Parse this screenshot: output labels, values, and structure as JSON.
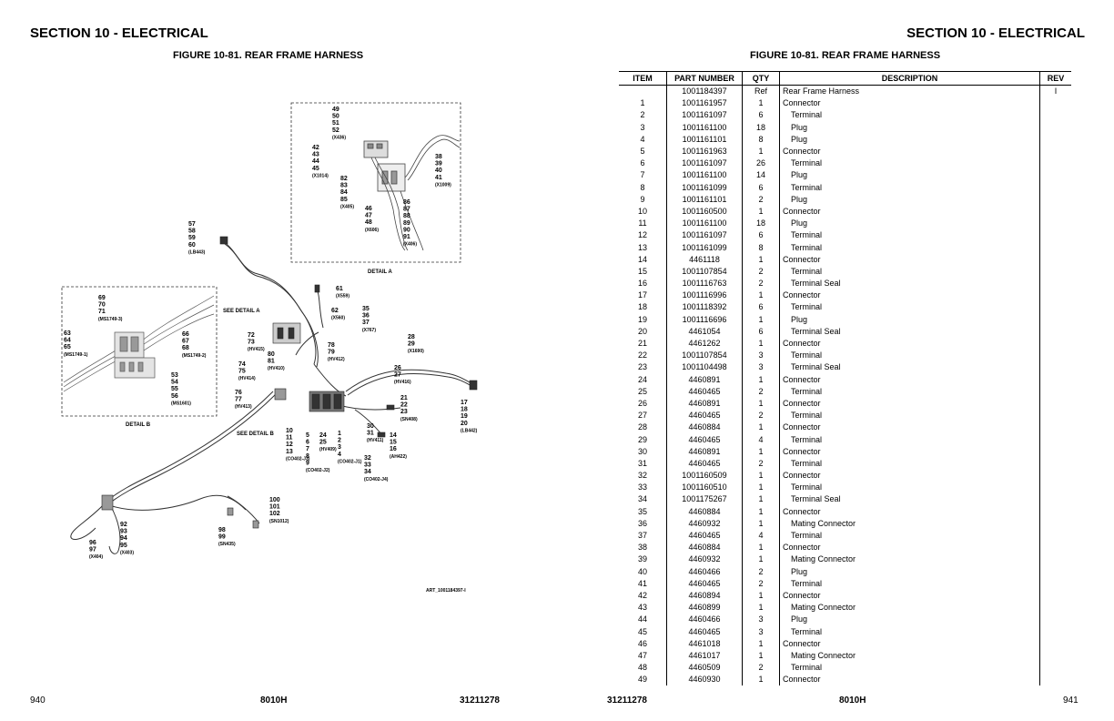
{
  "header": {
    "left_title": "SECTION 10 - ELECTRICAL",
    "right_title": "SECTION 10 - ELECTRICAL",
    "left_figure": "FIGURE 10-81. REAR FRAME HARNESS",
    "right_figure": "FIGURE 10-81. REAR FRAME HARNESS"
  },
  "footer": {
    "left_page": "940",
    "left_model": "8010H",
    "left_doc": "31211278",
    "right_doc": "31211278",
    "right_model": "8010H",
    "right_page": "941"
  },
  "diagram": {
    "art_id": "ART_1001184397-I",
    "detail_a": "DETAIL A",
    "detail_b": "DETAIL B",
    "see_detail_a": "SEE DETAIL A",
    "see_detail_b": "SEE DETAIL B",
    "callouts": [
      {
        "id": "c1",
        "lines": [
          "49",
          "50",
          "51",
          "52",
          "(X436)"
        ]
      },
      {
        "id": "c2",
        "lines": [
          "42",
          "43",
          "44",
          "45",
          "(X1014)"
        ]
      },
      {
        "id": "c3",
        "lines": [
          "38",
          "39",
          "40",
          "41",
          "(X1009)"
        ]
      },
      {
        "id": "c4",
        "lines": [
          "82",
          "83",
          "84",
          "85",
          "(X405)"
        ]
      },
      {
        "id": "c5",
        "lines": [
          "46",
          "47",
          "48",
          "(X606)"
        ]
      },
      {
        "id": "c6",
        "lines": [
          "86",
          "87",
          "88",
          "89",
          "90",
          "91",
          "(X406)"
        ]
      },
      {
        "id": "c7",
        "lines": [
          "57",
          "58",
          "59",
          "60",
          "(LB443)"
        ]
      },
      {
        "id": "c8",
        "lines": [
          "69",
          "70",
          "71",
          "(MS1749-3)"
        ]
      },
      {
        "id": "c9",
        "lines": [
          "63",
          "64",
          "65",
          "(MS1749-1)"
        ]
      },
      {
        "id": "c10",
        "lines": [
          "66",
          "67",
          "68",
          "(MS1749-2)"
        ]
      },
      {
        "id": "c11",
        "lines": [
          "53",
          "54",
          "55",
          "56",
          "(MS1601)"
        ]
      },
      {
        "id": "c12",
        "lines": [
          "61",
          "(X559)"
        ]
      },
      {
        "id": "c13",
        "lines": [
          "62",
          "(X560)"
        ]
      },
      {
        "id": "c14",
        "lines": [
          "35",
          "36",
          "37",
          "(X767)"
        ]
      },
      {
        "id": "c15",
        "lines": [
          "72",
          "73",
          "(HV415)"
        ]
      },
      {
        "id": "c16",
        "lines": [
          "78",
          "79",
          "(HV412)"
        ]
      },
      {
        "id": "c17",
        "lines": [
          "28",
          "29",
          "(X1690)"
        ]
      },
      {
        "id": "c18",
        "lines": [
          "80",
          "81",
          "(HV410)"
        ]
      },
      {
        "id": "c19",
        "lines": [
          "74",
          "75",
          "(HV414)"
        ]
      },
      {
        "id": "c20",
        "lines": [
          "26",
          "27",
          "(HV416)"
        ]
      },
      {
        "id": "c21",
        "lines": [
          "76",
          "77",
          "(HV413)"
        ]
      },
      {
        "id": "c22",
        "lines": [
          "21",
          "22",
          "23",
          "(SN408)"
        ]
      },
      {
        "id": "c23",
        "lines": [
          "17",
          "18",
          "19",
          "20",
          "(LB442)"
        ]
      },
      {
        "id": "c24",
        "lines": [
          "30",
          "31",
          "(HV411)"
        ]
      },
      {
        "id": "c25",
        "lines": [
          "14",
          "15",
          "16",
          "(AH422)"
        ]
      },
      {
        "id": "c26",
        "lines": [
          "10",
          "11",
          "12",
          "13",
          "(CO402-J3)"
        ]
      },
      {
        "id": "c27",
        "lines": [
          "5",
          "6",
          "7",
          "8",
          "9",
          "(CO402-J2)"
        ]
      },
      {
        "id": "c28",
        "lines": [
          "24",
          "25",
          "(HV409)"
        ]
      },
      {
        "id": "c29",
        "lines": [
          "1",
          "2",
          "3",
          "4",
          "(CO402-J1)"
        ]
      },
      {
        "id": "c30",
        "lines": [
          "32",
          "33",
          "34",
          "(CO402-J4)"
        ]
      },
      {
        "id": "c31",
        "lines": [
          "100",
          "101",
          "102",
          "(SN1012)"
        ]
      },
      {
        "id": "c32",
        "lines": [
          "92",
          "93",
          "94",
          "95",
          "(X403)"
        ]
      },
      {
        "id": "c33",
        "lines": [
          "96",
          "97",
          "(X404)"
        ]
      },
      {
        "id": "c34",
        "lines": [
          "98",
          "99",
          "(SN435)"
        ]
      }
    ]
  },
  "table": {
    "headers": [
      "ITEM",
      "PART NUMBER",
      "QTY",
      "DESCRIPTION",
      "REV"
    ],
    "rows": [
      [
        "",
        "1001184397",
        "Ref",
        "Rear Frame Harness",
        "I"
      ],
      [
        "1",
        "1001161957",
        "1",
        "Connector",
        ""
      ],
      [
        "2",
        "1001161097",
        "6",
        "Terminal",
        ""
      ],
      [
        "3",
        "1001161100",
        "18",
        "Plug",
        ""
      ],
      [
        "4",
        "1001161101",
        "8",
        "Plug",
        ""
      ],
      [
        "5",
        "1001161963",
        "1",
        "Connector",
        ""
      ],
      [
        "6",
        "1001161097",
        "26",
        "Terminal",
        ""
      ],
      [
        "7",
        "1001161100",
        "14",
        "Plug",
        ""
      ],
      [
        "8",
        "1001161099",
        "6",
        "Terminal",
        ""
      ],
      [
        "9",
        "1001161101",
        "2",
        "Plug",
        ""
      ],
      [
        "10",
        "1001160500",
        "1",
        "Connector",
        ""
      ],
      [
        "11",
        "1001161100",
        "18",
        "Plug",
        ""
      ],
      [
        "12",
        "1001161097",
        "6",
        "Terminal",
        ""
      ],
      [
        "13",
        "1001161099",
        "8",
        "Terminal",
        ""
      ],
      [
        "14",
        "4461118",
        "1",
        "Connector",
        ""
      ],
      [
        "15",
        "1001107854",
        "2",
        "Terminal",
        ""
      ],
      [
        "16",
        "1001116763",
        "2",
        "Terminal Seal",
        ""
      ],
      [
        "17",
        "1001116996",
        "1",
        "Connector",
        ""
      ],
      [
        "18",
        "1001118392",
        "6",
        "Terminal",
        ""
      ],
      [
        "19",
        "1001116696",
        "1",
        "Plug",
        ""
      ],
      [
        "20",
        "4461054",
        "6",
        "Terminal Seal",
        ""
      ],
      [
        "21",
        "4461262",
        "1",
        "Connector",
        ""
      ],
      [
        "22",
        "1001107854",
        "3",
        "Terminal",
        ""
      ],
      [
        "23",
        "1001104498",
        "3",
        "Terminal Seal",
        ""
      ],
      [
        "24",
        "4460891",
        "1",
        "Connector",
        ""
      ],
      [
        "25",
        "4460465",
        "2",
        "Terminal",
        ""
      ],
      [
        "26",
        "4460891",
        "1",
        "Connector",
        ""
      ],
      [
        "27",
        "4460465",
        "2",
        "Terminal",
        ""
      ],
      [
        "28",
        "4460884",
        "1",
        "Connector",
        ""
      ],
      [
        "29",
        "4460465",
        "4",
        "Terminal",
        ""
      ],
      [
        "30",
        "4460891",
        "1",
        "Connector",
        ""
      ],
      [
        "31",
        "4460465",
        "2",
        "Terminal",
        ""
      ],
      [
        "32",
        "1001160509",
        "1",
        "Connector",
        ""
      ],
      [
        "33",
        "1001160510",
        "1",
        "Terminal",
        ""
      ],
      [
        "34",
        "1001175267",
        "1",
        "Terminal Seal",
        ""
      ],
      [
        "35",
        "4460884",
        "1",
        "Connector",
        ""
      ],
      [
        "36",
        "4460932",
        "1",
        "Mating Connector",
        ""
      ],
      [
        "37",
        "4460465",
        "4",
        "Terminal",
        ""
      ],
      [
        "38",
        "4460884",
        "1",
        "Connector",
        ""
      ],
      [
        "39",
        "4460932",
        "1",
        "Mating Connector",
        ""
      ],
      [
        "40",
        "4460466",
        "2",
        "Plug",
        ""
      ],
      [
        "41",
        "4460465",
        "2",
        "Terminal",
        ""
      ],
      [
        "42",
        "4460894",
        "1",
        "Connector",
        ""
      ],
      [
        "43",
        "4460899",
        "1",
        "Mating Connector",
        ""
      ],
      [
        "44",
        "4460466",
        "3",
        "Plug",
        ""
      ],
      [
        "45",
        "4460465",
        "3",
        "Terminal",
        ""
      ],
      [
        "46",
        "4461018",
        "1",
        "Connector",
        ""
      ],
      [
        "47",
        "4461017",
        "1",
        "Mating Connector",
        ""
      ],
      [
        "48",
        "4460509",
        "2",
        "Terminal",
        ""
      ],
      [
        "49",
        "4460930",
        "1",
        "Connector",
        ""
      ]
    ]
  }
}
